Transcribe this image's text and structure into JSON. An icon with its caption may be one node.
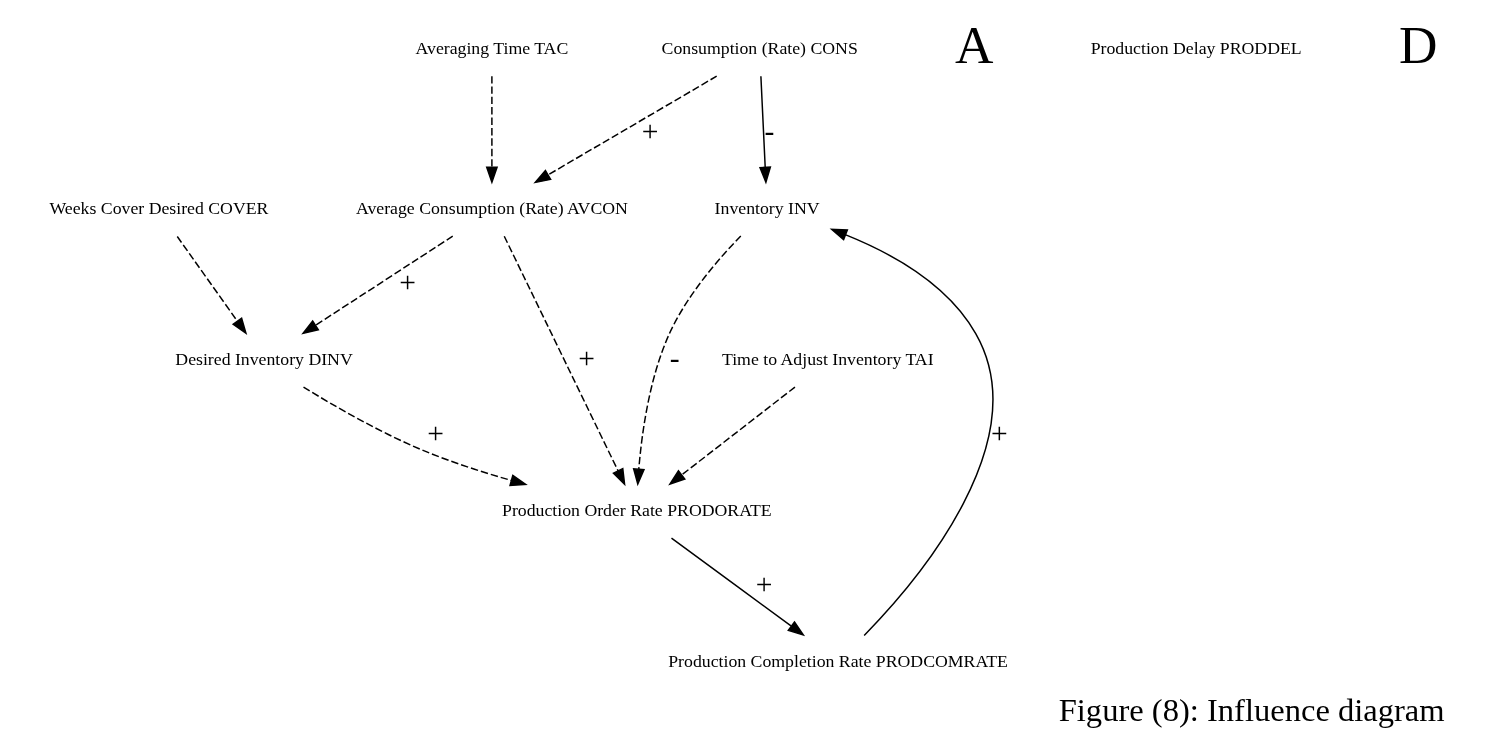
{
  "diagram": {
    "caption": "Figure (8): Influence diagram",
    "nodes": [
      {
        "text": [
          "Inventory INV"
        ]
      },
      {
        "text": [
          "Consumption (Rate) CONS"
        ]
      },
      {
        "text": [
          "Averaging Time TAC"
        ]
      },
      {
        "text": [
          "Production Completion Rate PRODCOMRATE"
        ]
      },
      {
        "text": [
          "Average Consumption (Rate) AVCON"
        ]
      },
      {
        "text": [
          "Desired Inventory DINV"
        ]
      },
      {
        "text": [
          "Weeks Cover Desired COVER"
        ]
      },
      {
        "text": [
          "Production Order Rate PRODORATE"
        ]
      },
      {
        "text": [
          "Time to Adjust Inventory TAI"
        ]
      }
    ],
    "edges": [
      {
        "from": 1,
        "to": 0,
        "arrow": "to",
        "label": "-"
      },
      {
        "from": 3,
        "to": 0,
        "arrow": "to",
        "label": "+"
      },
      {
        "from": 1,
        "to": 4,
        "arrow": "to",
        "style": "dashed",
        "label": "+"
      },
      {
        "from": 2,
        "to": 4,
        "arrow": "to",
        "style": "dashed"
      },
      {
        "from": 4,
        "to": 5,
        "arrow": "to",
        "style": "dashed",
        "label": "+"
      },
      {
        "from": 6,
        "to": 5,
        "arrow": "to",
        "style": "dashed"
      },
      {
        "from": 0,
        "to": 7,
        "arrow": "to",
        "style": "dashed",
        "label": "-"
      },
      {
        "from": 4,
        "to": 7,
        "arrow": "to",
        "style": "dashed",
        "label": "+"
      },
      {
        "from": 5,
        "to": 7,
        "arrow": "to",
        "style": "dashed",
        "label": "+"
      },
      {
        "from": 8,
        "to": 7,
        "arrow": "to",
        "style": "dashed"
      },
      {
        "from": 7,
        "to": 3,
        "arrow": "to",
        "label": "+"
      }
    ],
    "labels": [
      "A",
      "Production Delay PRODDEL",
      "D"
    ]
  }
}
